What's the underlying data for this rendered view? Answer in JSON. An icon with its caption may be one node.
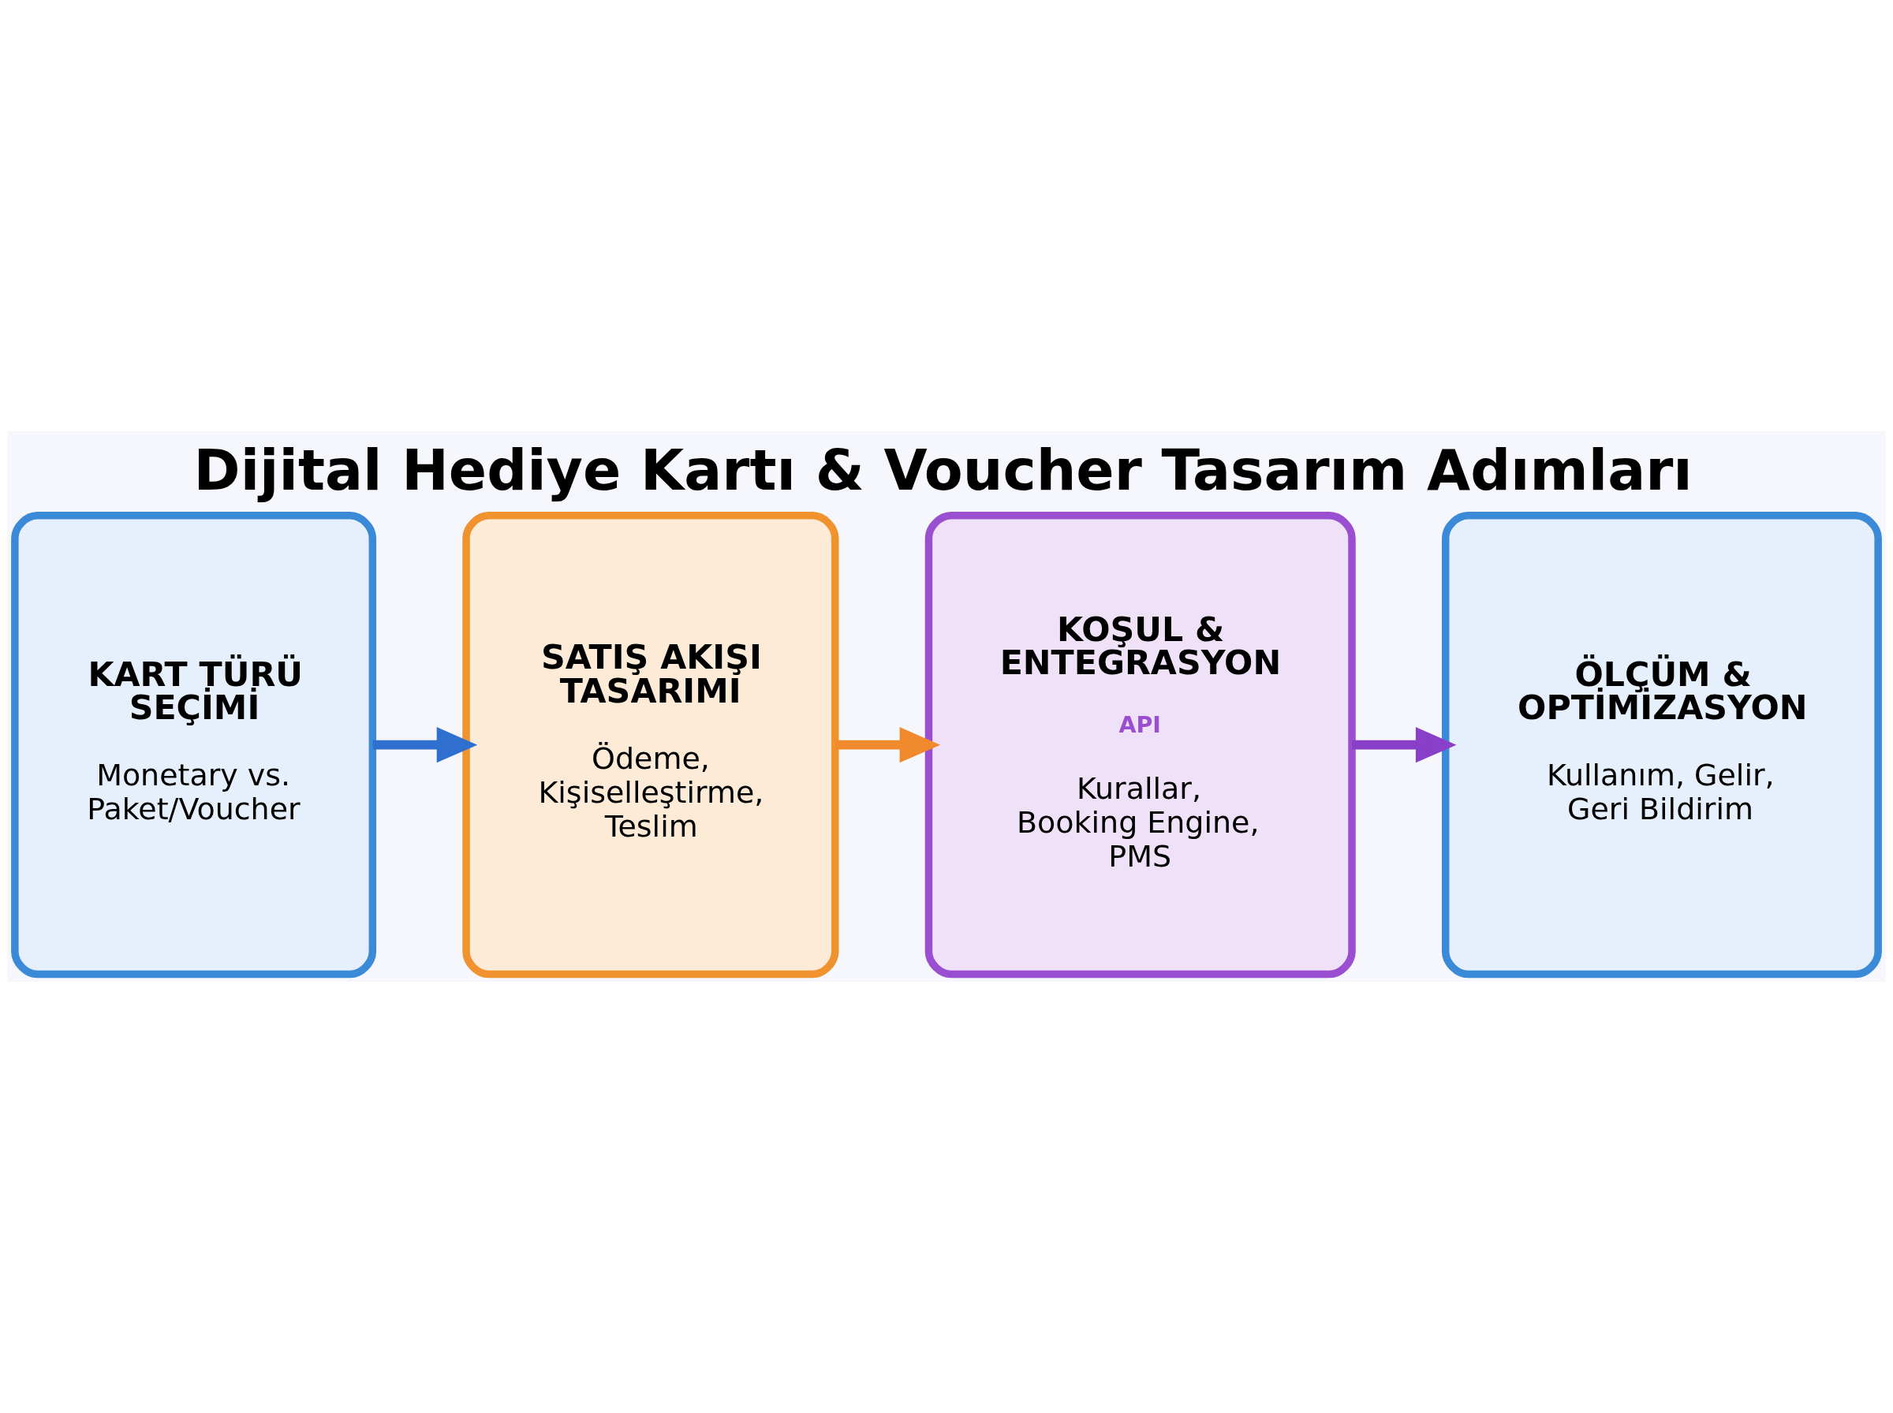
{
  "diagram": {
    "title": "Dijital Hediye Kartı & Voucher Tasarım Adımları",
    "nodes": [
      {
        "text": [
          "KART TÜRÜ SEÇİMİ",
          "Monetary vs. Paket/Voucher"
        ]
      },
      {
        "text": [
          "SATIŞ AKIŞI TASARIMI",
          "Ödeme, Kişiselleştirme, Teslim"
        ]
      },
      {
        "text": [
          "KOŞUL & ENTEGRASYON",
          "API",
          "Kurallar, Booking Engine, PMS"
        ]
      },
      {
        "text": [
          "ÖLÇÜM & OPTİMİZASYON",
          "Kullanım, Gelir, Geri Bildirim"
        ]
      }
    ],
    "edges": [
      {
        "from": 0,
        "to": 1,
        "arrow": "to",
        "color": "#2f6fd0"
      },
      {
        "from": 1,
        "to": 2,
        "arrow": "to",
        "color": "#f08a2c"
      },
      {
        "from": 2,
        "to": 3,
        "arrow": "to",
        "color": "#8a3fc8"
      }
    ]
  }
}
